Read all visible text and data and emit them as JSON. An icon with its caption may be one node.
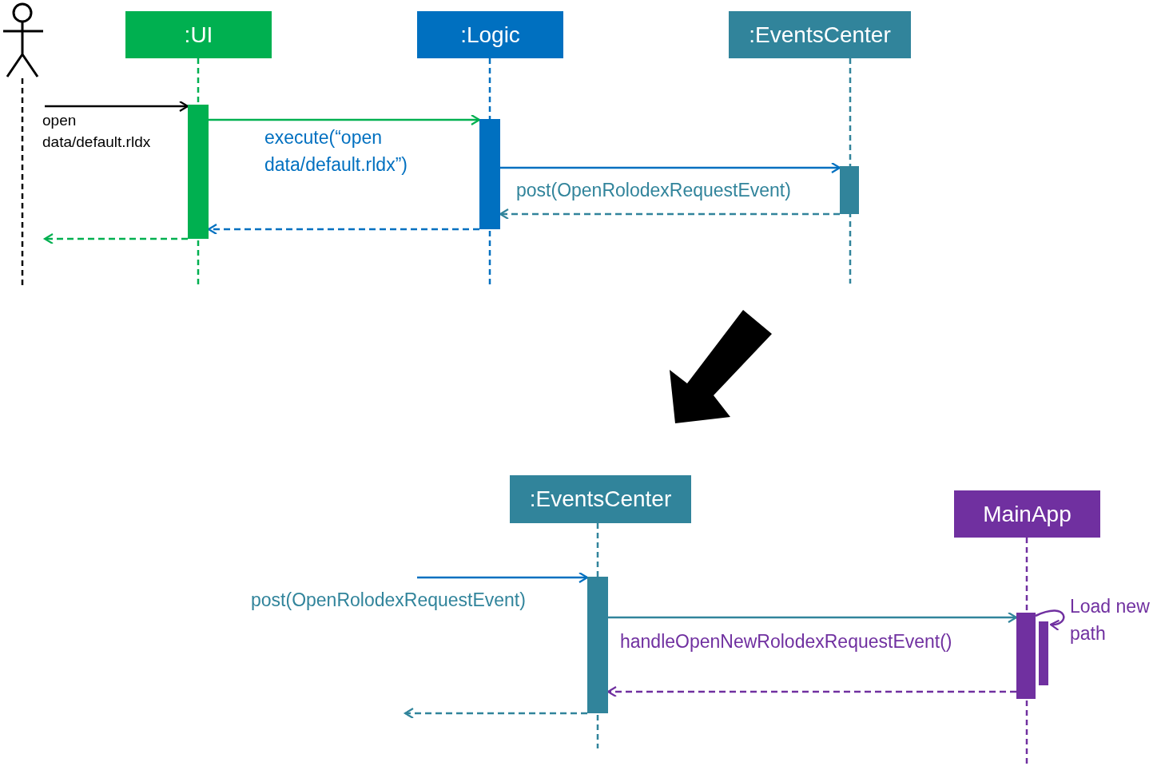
{
  "diagram": {
    "nodes": [
      {
        "text": [],
        "shape": "person"
      },
      {
        "text": [
          ":UI"
        ]
      },
      {
        "text": [
          ":Logic"
        ]
      },
      {
        "text": [
          ":EventsCenter"
        ]
      },
      {
        "text": [],
        "shape": "bar"
      },
      {
        "text": [],
        "shape": "bar"
      },
      {
        "text": [],
        "shape": "bar"
      },
      {
        "text": [
          ":EventsCenter"
        ]
      },
      {
        "text": [
          "MainApp"
        ]
      },
      {
        "text": [],
        "shape": "bar"
      },
      {
        "text": [],
        "shape": "bar"
      },
      {
        "text": [],
        "shape": "bar"
      }
    ],
    "edges": [
      {
        "from": 0,
        "to": 4,
        "arrow": "to",
        "label": "open data/default.rldx",
        "color": "#000000"
      },
      {
        "from": 4,
        "to": 5,
        "arrow": "to",
        "label": "execute(“open data/default.rldx”)",
        "color": "#00b050"
      },
      {
        "from": 5,
        "to": 6,
        "arrow": "to",
        "label": "post(OpenRolodexRequestEvent)",
        "color": "#0070c0"
      },
      {
        "from": 6,
        "to": 5,
        "arrow": "to",
        "style": "dashed",
        "color": "#31849b"
      },
      {
        "from": 5,
        "to": 4,
        "arrow": "to",
        "style": "dashed",
        "color": "#0070c0"
      },
      {
        "from": 4,
        "to": 0,
        "arrow": "to",
        "style": "dashed",
        "color": "#00b050"
      },
      {
        "from": null,
        "to": 9,
        "arrow": "to",
        "label": "post(OpenRolodexRequestEvent)",
        "color": "#0070c0"
      },
      {
        "from": 9,
        "to": 10,
        "arrow": "to",
        "label": "handleOpenNewRolodexRequestEvent()",
        "color": "#31849b"
      },
      {
        "from": 10,
        "to": 11,
        "arrow": "to",
        "label": "Load new path",
        "color": "#7030a0"
      },
      {
        "from": 10,
        "to": 9,
        "arrow": "to",
        "style": "dashed",
        "color": "#7030a0"
      },
      {
        "from": 9,
        "to": null,
        "arrow": "to",
        "style": "dashed",
        "color": "#31849b"
      }
    ]
  }
}
